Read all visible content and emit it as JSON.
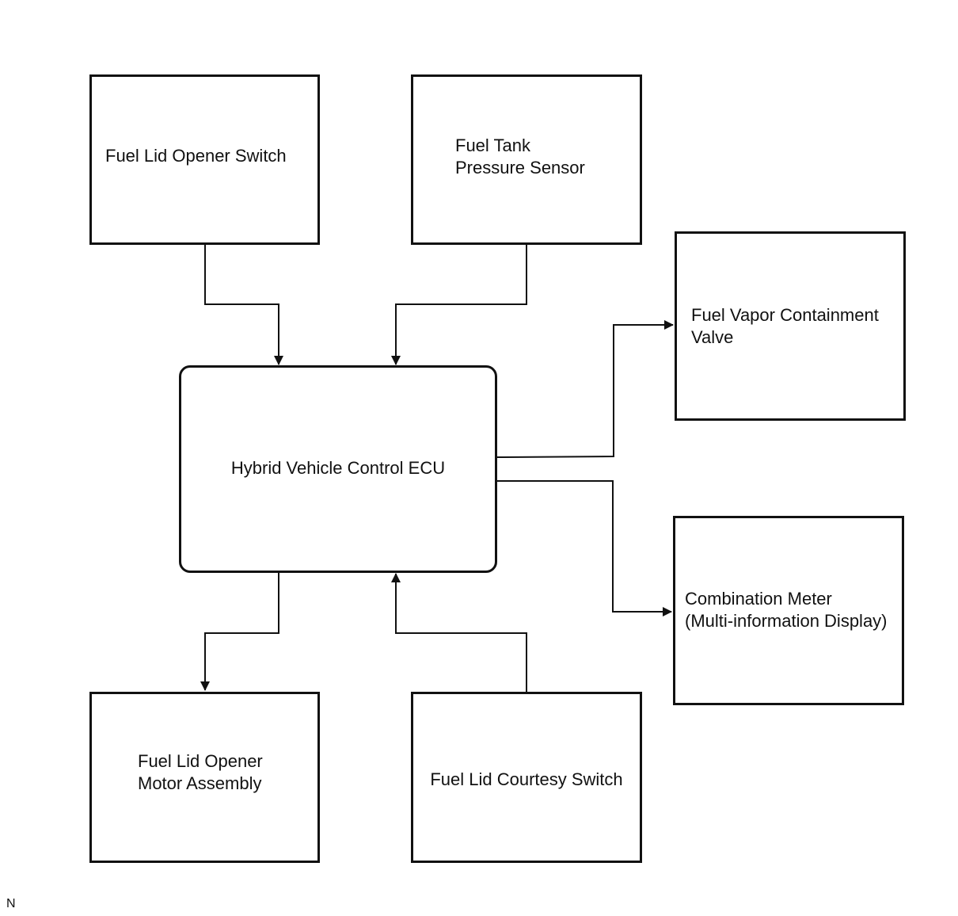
{
  "diagram": {
    "blocks": {
      "fuel_lid_opener_switch": "Fuel Lid Opener Switch",
      "fuel_tank_pressure_sensor": "Fuel Tank\nPressure Sensor",
      "fuel_vapor_containment_valve": "Fuel Vapor Containment\nValve",
      "hybrid_vehicle_control_ecu": "Hybrid Vehicle Control ECU",
      "combination_meter": "Combination Meter\n(Multi-information Display)",
      "fuel_lid_opener_motor_assembly": "Fuel Lid Opener\nMotor Assembly",
      "fuel_lid_courtesy_switch": "Fuel Lid Courtesy Switch"
    },
    "connections": [
      {
        "from": "fuel_lid_opener_switch",
        "to": "hybrid_vehicle_control_ecu"
      },
      {
        "from": "fuel_tank_pressure_sensor",
        "to": "hybrid_vehicle_control_ecu"
      },
      {
        "from": "hybrid_vehicle_control_ecu",
        "to": "fuel_vapor_containment_valve"
      },
      {
        "from": "hybrid_vehicle_control_ecu",
        "to": "combination_meter"
      },
      {
        "from": "hybrid_vehicle_control_ecu",
        "to": "fuel_lid_opener_motor_assembly"
      },
      {
        "from": "fuel_lid_courtesy_switch",
        "to": "hybrid_vehicle_control_ecu"
      }
    ],
    "corner_mark": "N"
  }
}
